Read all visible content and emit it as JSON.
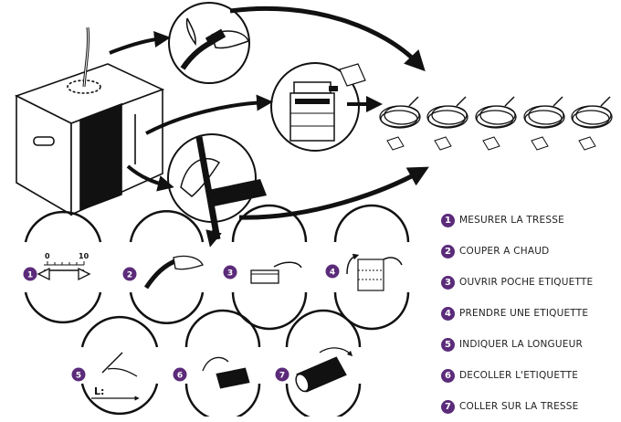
{
  "accent_color": "#5b2b7a",
  "steps": [
    {
      "num": "1",
      "label": "MESURER LA TRESSE"
    },
    {
      "num": "2",
      "label": "COUPER A CHAUD"
    },
    {
      "num": "3",
      "label": "OUVRIR POCHE ETIQUETTE"
    },
    {
      "num": "4",
      "label": "PRENDRE UNE ETIQUETTE"
    },
    {
      "num": "5",
      "label": "INDIQUER LA LONGUEUR"
    },
    {
      "num": "6",
      "label": "DECOLLER L'ETIQUETTE"
    },
    {
      "num": "7",
      "label": "COLLER SUR LA TRESSE"
    }
  ],
  "scale": {
    "start": "0",
    "end": "10"
  },
  "length_mark": "L:"
}
